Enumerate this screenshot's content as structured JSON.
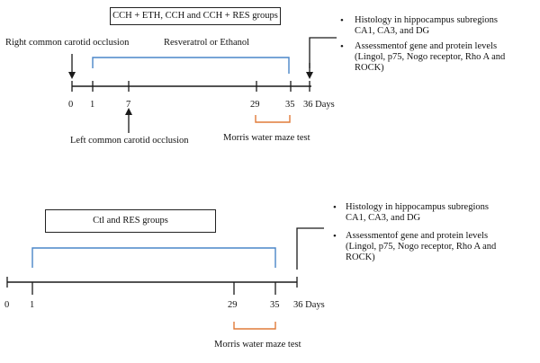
{
  "colors": {
    "timeline": "#1a1a1a",
    "treatment_bracket": "#4a86c8",
    "maze_bracket": "#e07b39",
    "text": "#111111"
  },
  "panel_top": {
    "group_box": "CCH + ETH, CCH and CCH + RES groups",
    "right_occlusion": "Right common carotid occlusion",
    "treatment": "Resveratrol or Ethanol",
    "left_occlusion": "Left common carotid occlusion",
    "maze": "Morris water maze test",
    "ticks": {
      "t0": "0",
      "t1": "1",
      "t7": "7",
      "t29": "29",
      "t35": "35",
      "t36": "36 Days"
    },
    "outcomes": {
      "histology_line1": "Histology in hippocampus subregions",
      "histology_line2": "CA1, CA3, and DG",
      "assessment_line1": "Assessmentof gene and protein levels",
      "assessment_line2": "(Lingol, p75, Nogo receptor, Rho A and",
      "assessment_line3": "ROCK)"
    }
  },
  "panel_bottom": {
    "group_box": "Ctl and RES groups",
    "maze": "Morris water maze test",
    "ticks": {
      "t0": "0",
      "t1": "1",
      "t29": "29",
      "t35": "35",
      "t36": "36 Days"
    },
    "outcomes": {
      "histology_line1": "Histology in hippocampus subregions",
      "histology_line2": "CA1, CA3, and DG",
      "assessment_line1": "Assessmentof gene and protein levels",
      "assessment_line2": "(Lingol, p75, Nogo receptor, Rho A and",
      "assessment_line3": "ROCK)"
    }
  }
}
